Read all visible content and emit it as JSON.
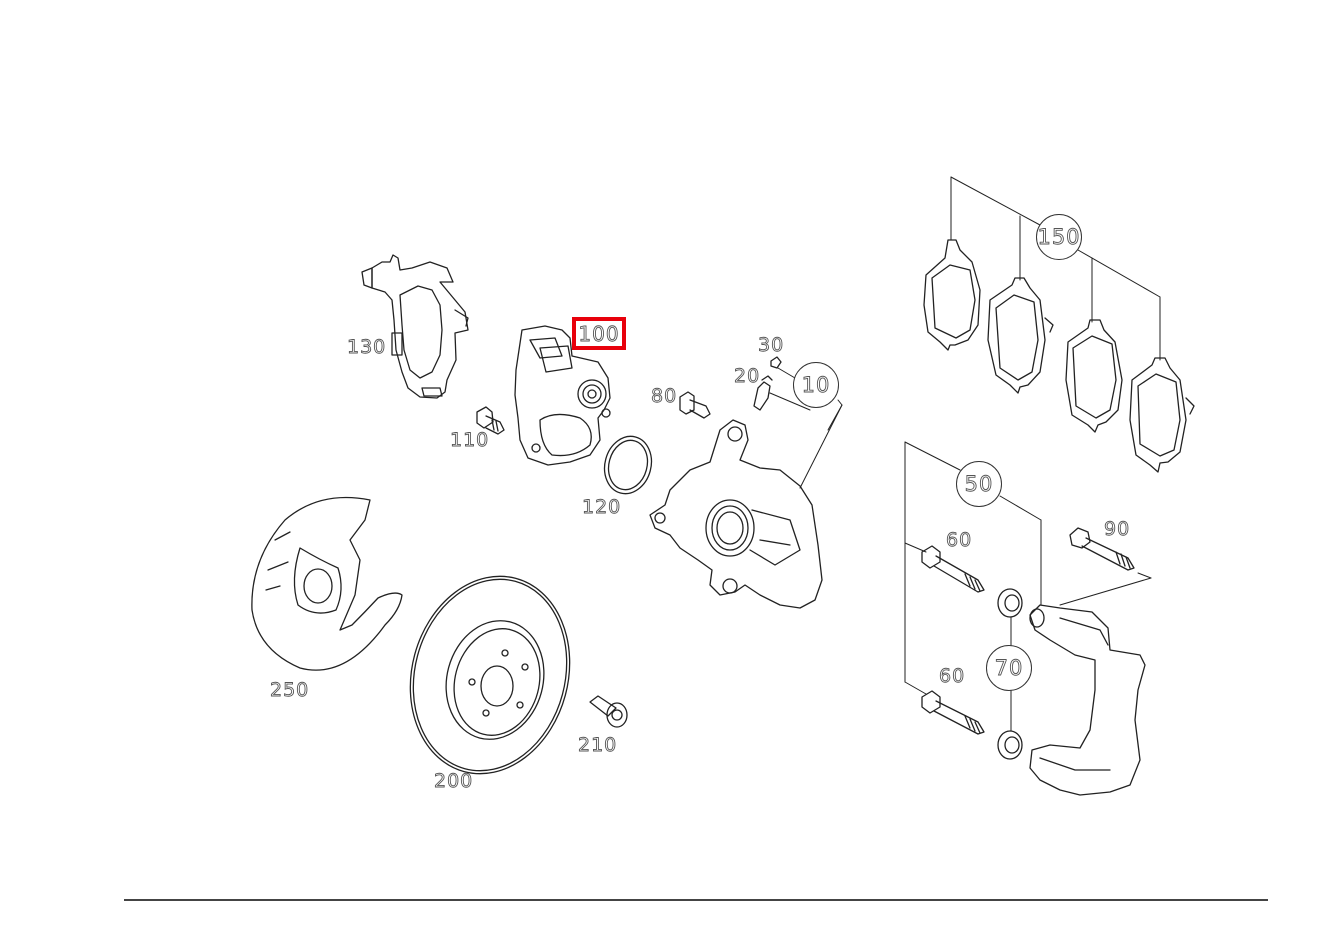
{
  "diagram": {
    "type": "exploded-parts-diagram",
    "subject": "rear brake caliper assembly",
    "highlighted_part": "100",
    "highlight_color": "#e8000b",
    "parts": [
      {
        "id": "10",
        "label": "10",
        "style": "circled"
      },
      {
        "id": "20",
        "label": "20",
        "style": "plain"
      },
      {
        "id": "30",
        "label": "30",
        "style": "plain"
      },
      {
        "id": "50",
        "label": "50",
        "style": "circled"
      },
      {
        "id": "60a",
        "label": "60",
        "style": "plain"
      },
      {
        "id": "60b",
        "label": "60",
        "style": "plain"
      },
      {
        "id": "70",
        "label": "70",
        "style": "circled"
      },
      {
        "id": "80",
        "label": "80",
        "style": "plain"
      },
      {
        "id": "90",
        "label": "90",
        "style": "plain"
      },
      {
        "id": "100",
        "label": "100",
        "style": "highlighted"
      },
      {
        "id": "110",
        "label": "110",
        "style": "plain"
      },
      {
        "id": "120",
        "label": "120",
        "style": "plain"
      },
      {
        "id": "130",
        "label": "130",
        "style": "plain"
      },
      {
        "id": "150",
        "label": "150",
        "style": "circled"
      },
      {
        "id": "200",
        "label": "200",
        "style": "plain"
      },
      {
        "id": "210",
        "label": "210",
        "style": "plain"
      },
      {
        "id": "250",
        "label": "250",
        "style": "plain"
      }
    ]
  }
}
